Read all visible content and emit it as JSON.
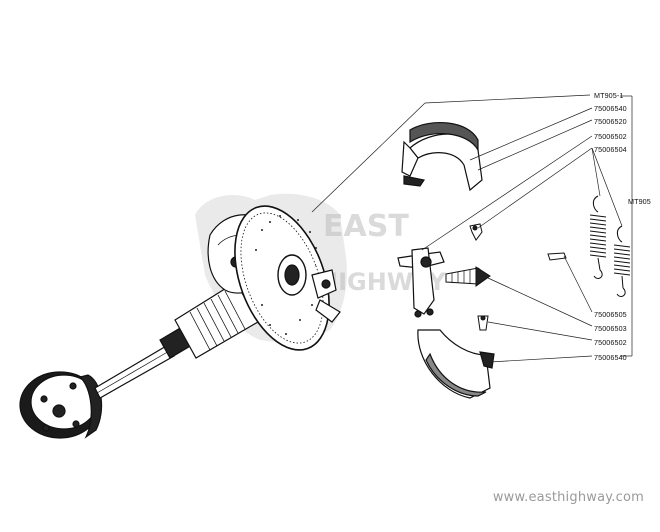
{
  "diagram": {
    "labels": {
      "mt905_1": "MT905-1",
      "shoe_top": "75006540",
      "lining": "75006520",
      "screw_top": "75006502",
      "springs": "75006504",
      "group": "MT905",
      "pin": "75006505",
      "cam_screw": "75006503",
      "screw_bottom": "75006502",
      "shoe_bottom": "75006540"
    },
    "watermark": {
      "line1": "EAST",
      "line2": "HIGHWAY"
    },
    "website": "www.easthighway.com"
  }
}
